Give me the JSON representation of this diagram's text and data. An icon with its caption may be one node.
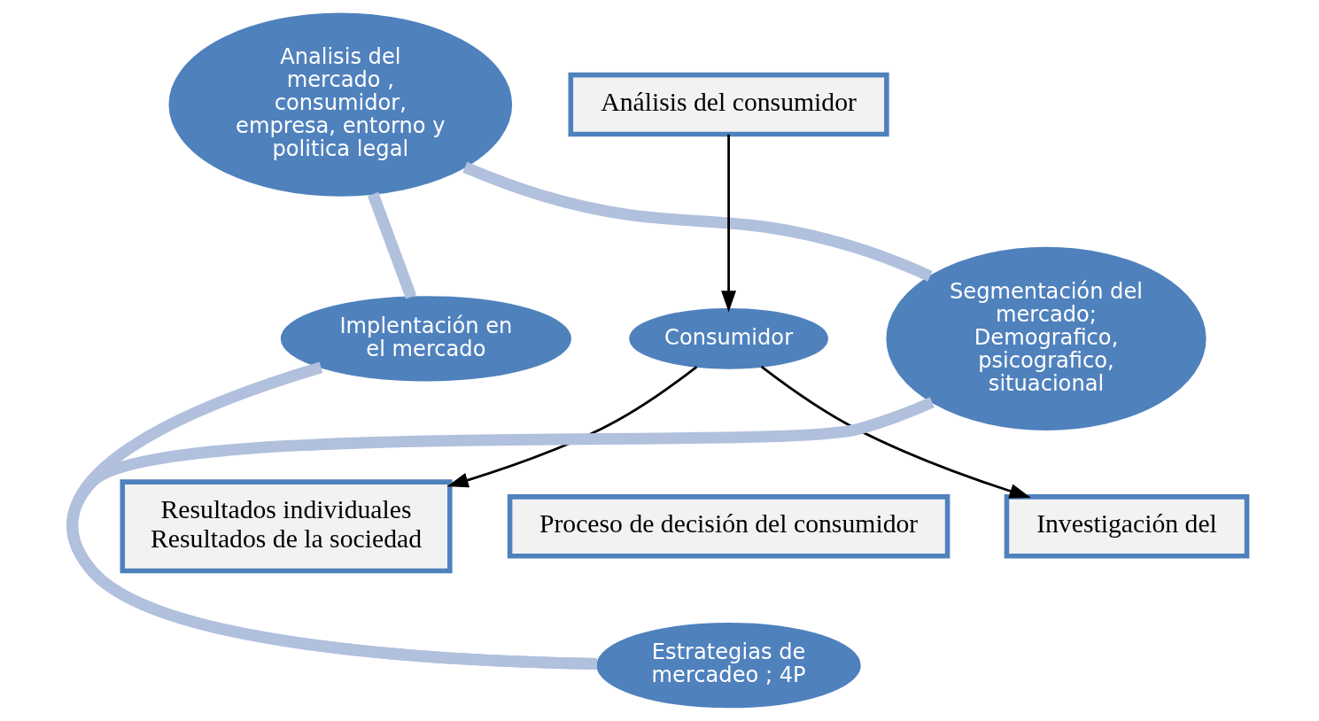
{
  "diagram": {
    "nodes": [
      {
        "text": [
          "Analisis del mercado , consumidor, empresa, entorno y politica legal"
        ]
      },
      {
        "text": [
          "Análisis del consumidor"
        ]
      },
      {
        "text": [
          "Implentación en el mercado"
        ]
      },
      {
        "text": [
          "Consumidor"
        ]
      },
      {
        "text": [
          "Segmentación del mercado; Demografico, psicografico, situacional"
        ]
      },
      {
        "text": [
          "Resultados individuales",
          "Resultados de la sociedad"
        ]
      },
      {
        "text": [
          "Proceso de decisión del consumidor"
        ]
      },
      {
        "text": [
          "Investigación del"
        ]
      },
      {
        "text": [
          "Estrategias de mercadeo ; 4P"
        ]
      }
    ],
    "edges": [
      {
        "from": 1,
        "to": 3,
        "arrow": "to",
        "color": "#000000"
      },
      {
        "from": 3,
        "to": 5,
        "arrow": "to",
        "color": "#000000"
      },
      {
        "from": 3,
        "to": 7,
        "arrow": "to",
        "color": "#000000"
      },
      {
        "from": 0,
        "to": 4,
        "arrow": "none"
      },
      {
        "from": 4,
        "to": 8,
        "arrow": "none"
      },
      {
        "from": 8,
        "to": 2,
        "arrow": "none"
      },
      {
        "from": 2,
        "to": 0,
        "arrow": "none"
      }
    ]
  }
}
